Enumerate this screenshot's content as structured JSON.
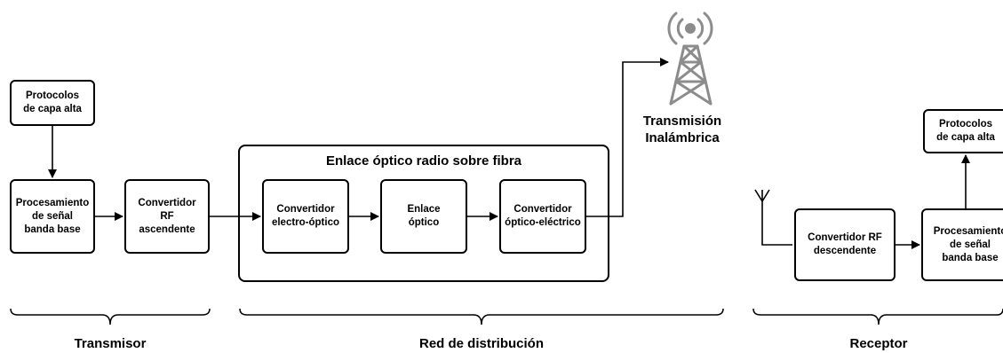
{
  "transmitter": {
    "protocols": "Protocolos\nde capa alta",
    "baseband": "Procesamiento\nde señal\nbanda base",
    "rf_up": "Convertidor\nRF\nascendente"
  },
  "rof": {
    "title": "Enlace óptico radio sobre fibra",
    "eo": "Convertidor\nelectro-óptico",
    "link": "Enlace\nóptico",
    "oe": "Convertidor\nóptico-eléctrico"
  },
  "wireless": {
    "label": "Transmisión\nInalámbrica"
  },
  "receiver": {
    "rf_down": "Convertidor RF\ndescendente",
    "baseband": "Procesamiento\nde señal\nbanda base",
    "protocols": "Protocolos\nde capa alta"
  },
  "sections": {
    "transmitter": "Transmisor",
    "network": "Red de distribución",
    "receiver": "Receptor"
  },
  "colors": {
    "tower": "#8c8c8c"
  }
}
